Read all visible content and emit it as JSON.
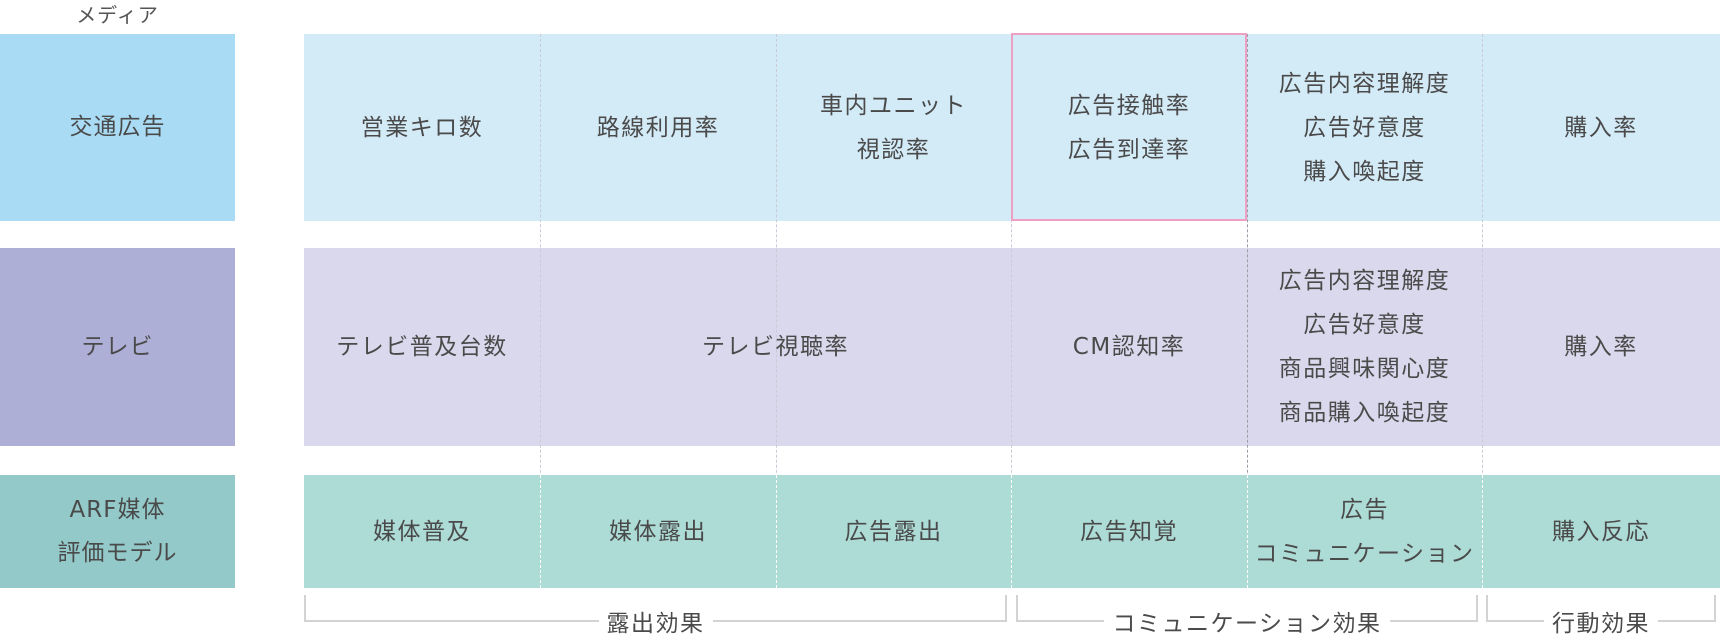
{
  "header": {
    "media_label": "メディア"
  },
  "colors": {
    "transit_label_bg": "#a9dcf4",
    "transit_row_bg": "#d3eaf7",
    "tv_label_bg": "#aeafd6",
    "tv_row_bg": "#dad8ec",
    "arf_label_bg": "#93c9c9",
    "arf_row_bg": "#addbd6",
    "highlight_border": "#ee9fc4",
    "text": "#4a4a4a",
    "bracket_line": "#d3d3d3"
  },
  "rows": [
    {
      "media": "交通広告",
      "cells": [
        {
          "text": "営業キロ数"
        },
        {
          "text": "路線利用率"
        },
        {
          "text": "車内ユニット\n視認率"
        },
        {
          "text": "広告接触率\n広告到達率",
          "highlighted": true
        },
        {
          "text": "広告内容理解度\n広告好意度\n購入喚起度"
        },
        {
          "text": "購入率"
        }
      ]
    },
    {
      "media": "テレビ",
      "cells": [
        {
          "text": "テレビ普及台数"
        },
        {
          "text": "テレビ視聴率",
          "span": 2
        },
        {
          "text": "CM認知率"
        },
        {
          "text": "広告内容理解度\n広告好意度\n商品興味関心度\n商品購入喚起度"
        },
        {
          "text": "購入率"
        }
      ]
    },
    {
      "media": "ARF媒体\n評価モデル",
      "cells": [
        {
          "text": "媒体普及"
        },
        {
          "text": "媒体露出"
        },
        {
          "text": "広告露出"
        },
        {
          "text": "広告知覚"
        },
        {
          "text": "広告\nコミュニケーション"
        },
        {
          "text": "購入反応"
        }
      ]
    }
  ],
  "effect_groups": [
    {
      "label": "露出効果",
      "columns": "1-3"
    },
    {
      "label": "コミュニケーション効果",
      "columns": "4-5"
    },
    {
      "label": "行動効果",
      "columns": "6"
    }
  ]
}
